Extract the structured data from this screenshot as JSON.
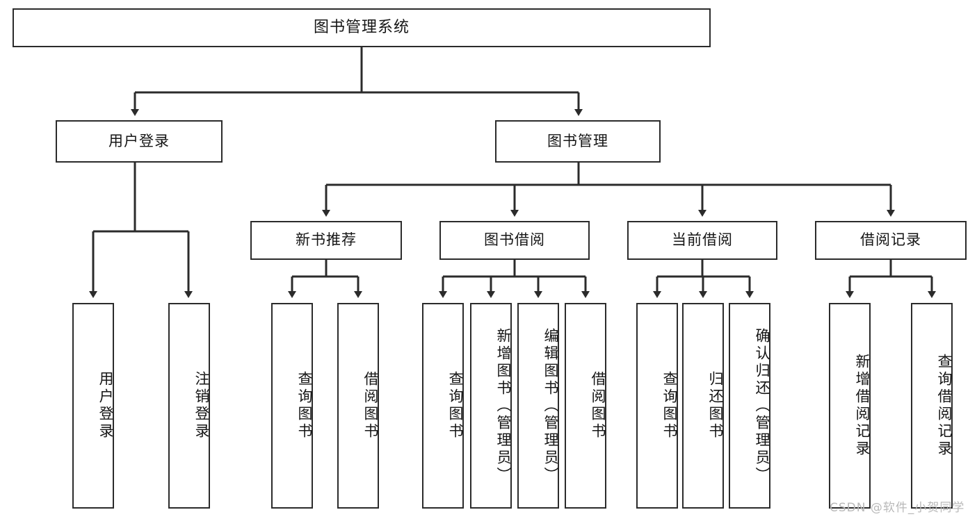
{
  "diagram": {
    "title": "图书管理系统",
    "type": "hierarchy-tree",
    "root": {
      "label": "图书管理系统"
    },
    "level2": [
      {
        "label": "用户登录"
      },
      {
        "label": "图书管理"
      }
    ],
    "level3": [
      {
        "label": "新书推荐"
      },
      {
        "label": "图书借阅"
      },
      {
        "label": "当前借阅"
      },
      {
        "label": "借阅记录"
      }
    ],
    "leaves": [
      {
        "label": "用户登录",
        "parent": "用户登录"
      },
      {
        "label": "注销登录",
        "parent": "用户登录"
      },
      {
        "label": "查询图书",
        "parent": "新书推荐"
      },
      {
        "label": "借阅图书",
        "parent": "新书推荐"
      },
      {
        "label": "查询图书",
        "parent": "图书借阅"
      },
      {
        "label": "新增图书（管理员）",
        "parent": "图书借阅"
      },
      {
        "label": "编辑图书（管理员）",
        "parent": "图书借阅"
      },
      {
        "label": "借阅图书",
        "parent": "图书借阅"
      },
      {
        "label": "查询图书",
        "parent": "当前借阅"
      },
      {
        "label": "归还图书",
        "parent": "当前借阅"
      },
      {
        "label": "确认归还（管理员）",
        "parent": "当前借阅"
      },
      {
        "label": "新增借阅记录",
        "parent": "借阅记录"
      },
      {
        "label": "查询借阅记录",
        "parent": "借阅记录"
      }
    ]
  },
  "watermark": {
    "text": "CSDN @软件_小贺同学"
  },
  "colors": {
    "border": "#2b2b2b",
    "background": "#ffffff",
    "text": "#151515",
    "watermark": "#b9b9b9"
  }
}
